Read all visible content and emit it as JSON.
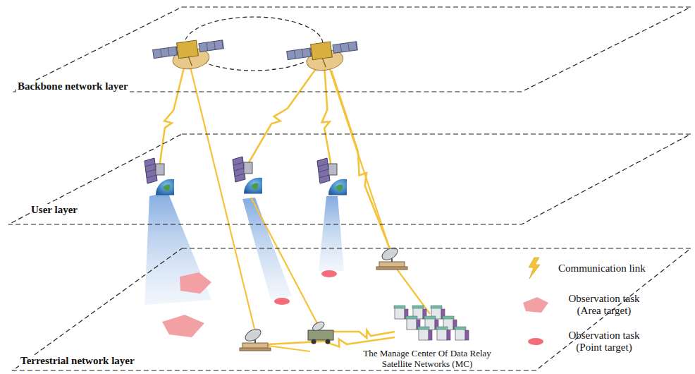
{
  "diagram": {
    "nodes": [
      {
        "text": [
          "Backbone network layer"
        ]
      },
      {
        "text": [
          "User layer"
        ]
      },
      {
        "text": [
          "Terrestrial network layer"
        ]
      },
      {
        "text": [
          "The Manage Center Of Data Relay Satellite Networks (MC)"
        ]
      }
    ],
    "legend": [
      {
        "text": "Communication link"
      },
      {
        "text": "Observation task (Area target)",
        "color": "#f2a0a3"
      },
      {
        "text": "Observation task (Point target)",
        "color": "#f26d78"
      }
    ]
  }
}
